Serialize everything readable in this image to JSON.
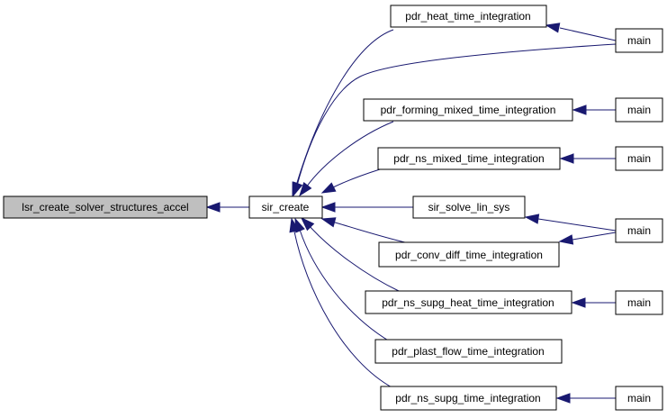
{
  "graph": {
    "nodes": [
      {
        "id": "lsr",
        "label": "lsr_create_solver_structures_accel",
        "focus": true
      },
      {
        "id": "sir_create",
        "label": "sir_create"
      },
      {
        "id": "heat",
        "label": "pdr_heat_time_integration"
      },
      {
        "id": "forming",
        "label": "pdr_forming_mixed_time_integration"
      },
      {
        "id": "ns_mixed",
        "label": "pdr_ns_mixed_time_integration"
      },
      {
        "id": "solve",
        "label": "sir_solve_lin_sys"
      },
      {
        "id": "conv",
        "label": "pdr_conv_diff_time_integration"
      },
      {
        "id": "supg_heat",
        "label": "pdr_ns_supg_heat_time_integration"
      },
      {
        "id": "plast",
        "label": "pdr_plast_flow_time_integration"
      },
      {
        "id": "supg",
        "label": "pdr_ns_supg_time_integration"
      },
      {
        "id": "main1",
        "label": "main"
      },
      {
        "id": "main2",
        "label": "main"
      },
      {
        "id": "main3",
        "label": "main"
      },
      {
        "id": "main4",
        "label": "main"
      },
      {
        "id": "main5",
        "label": "main"
      },
      {
        "id": "main6",
        "label": "main"
      }
    ],
    "edges": [
      {
        "from": "sir_create",
        "to": "lsr"
      },
      {
        "from": "heat",
        "to": "sir_create"
      },
      {
        "from": "main1",
        "to": "sir_create"
      },
      {
        "from": "forming",
        "to": "sir_create"
      },
      {
        "from": "ns_mixed",
        "to": "sir_create"
      },
      {
        "from": "solve",
        "to": "sir_create"
      },
      {
        "from": "conv",
        "to": "sir_create"
      },
      {
        "from": "supg_heat",
        "to": "sir_create"
      },
      {
        "from": "plast",
        "to": "sir_create"
      },
      {
        "from": "supg",
        "to": "sir_create"
      },
      {
        "from": "main1",
        "to": "heat"
      },
      {
        "from": "main2",
        "to": "forming"
      },
      {
        "from": "main3",
        "to": "ns_mixed"
      },
      {
        "from": "main4",
        "to": "solve"
      },
      {
        "from": "main4",
        "to": "conv"
      },
      {
        "from": "main5",
        "to": "supg_heat"
      },
      {
        "from": "main6",
        "to": "supg"
      }
    ],
    "colors": {
      "edge": "#191970",
      "focus_fill": "#bfbfbf",
      "node_border": "#000000"
    }
  }
}
